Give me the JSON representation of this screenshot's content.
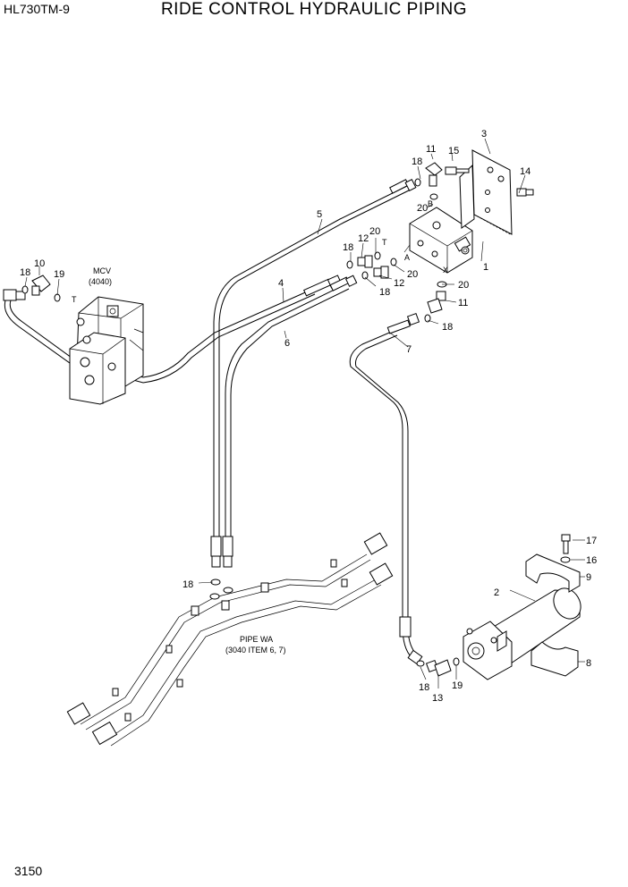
{
  "header": {
    "model": "HL730TM-9",
    "title": "RIDE CONTROL HYDRAULIC PIPING"
  },
  "footer": {
    "page_number": "3150"
  },
  "mcv": {
    "name": "MCV",
    "ref": "(4040)"
  },
  "pipe_wa": {
    "name": "PIPE WA",
    "ref": "(3040 ITEM 6, 7)"
  },
  "port_letters": {
    "b": "B",
    "t": "T",
    "a": "A",
    "x": "X",
    "mcv_t": "T"
  },
  "callouts": {
    "c1": "1",
    "c2": "2",
    "c3": "3",
    "c4": "4",
    "c5": "5",
    "c6": "6",
    "c7": "7",
    "c8": "8",
    "c9": "9",
    "c10": "10",
    "c11a": "11",
    "c11b": "11",
    "c12a": "12",
    "c12b": "12",
    "c13": "13",
    "c14": "14",
    "c15": "15",
    "c16": "16",
    "c17": "17",
    "c18a": "18",
    "c18b": "18",
    "c18c": "18",
    "c18d": "18",
    "c18e": "18",
    "c18f": "18",
    "c18g": "18",
    "c19a": "19",
    "c19b": "19",
    "c20a": "20",
    "c20b": "20",
    "c20c": "20",
    "c20d": "20"
  }
}
